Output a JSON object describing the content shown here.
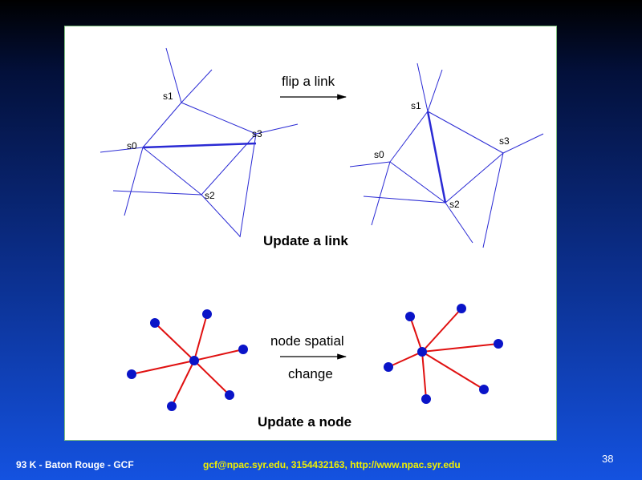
{
  "top_left_diagram": {
    "nodes": [
      {
        "id": "s1",
        "label": "s1"
      },
      {
        "id": "s0",
        "label": "s0"
      },
      {
        "id": "s3",
        "label": "s3"
      },
      {
        "id": "s2",
        "label": "s2"
      }
    ],
    "highlighted_link": [
      "s0",
      "s3"
    ]
  },
  "top_right_diagram": {
    "nodes": [
      {
        "id": "s1",
        "label": "s1"
      },
      {
        "id": "s0",
        "label": "s0"
      },
      {
        "id": "s3",
        "label": "s3"
      },
      {
        "id": "s2",
        "label": "s2"
      }
    ],
    "highlighted_link": [
      "s1",
      "s2"
    ]
  },
  "arrow_top": {
    "label": "flip a link"
  },
  "arrow_bottom": {
    "label_line1": "node spatial",
    "label_line2": "change"
  },
  "caption_top": "Update a link",
  "caption_bottom": "Update a node",
  "colors": {
    "link": "#2a2ad4",
    "edge": "#e01010",
    "node": "#0a14c8"
  },
  "footer": {
    "left": "93 K - Baton Rouge - GCF",
    "center": "gcf@npac.syr.edu, 3154432163, http://www.npac.syr.edu",
    "page_number": "38"
  }
}
